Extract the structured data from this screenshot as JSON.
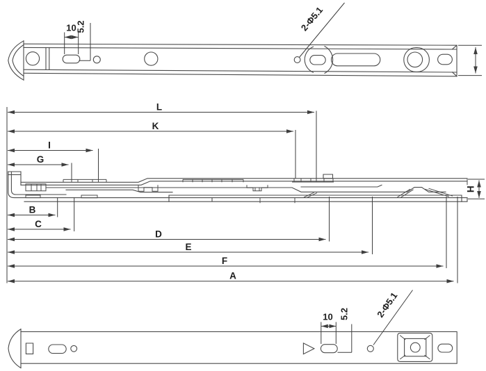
{
  "colors": {
    "bg": "#ffffff",
    "line": "#4b4b4b",
    "dim": "#3e3e3e",
    "text": "#1e1e1e"
  },
  "top_view": {
    "slot_length_label": "10",
    "slot_width_label": "5.2",
    "hole_callout": "2-Φ5.1"
  },
  "side_view": {
    "dim_labels": {
      "L": "L",
      "K": "K",
      "I": "I",
      "G": "G",
      "B": "B",
      "C": "C",
      "D": "D",
      "E": "E",
      "F": "F",
      "A": "A",
      "H": "H"
    }
  },
  "bottom_view": {
    "slot_length_label": "10",
    "slot_width_label": "5.2",
    "hole_callout": "2-Φ5.1"
  }
}
